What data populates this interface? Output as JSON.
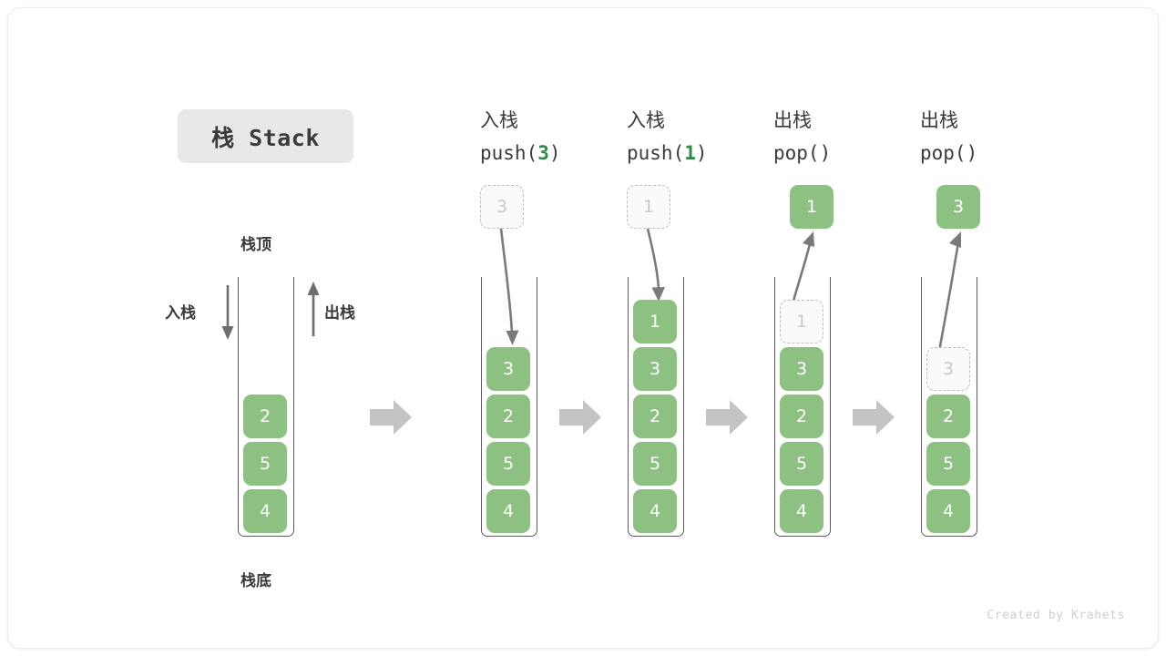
{
  "title": {
    "badge_label": "栈 Stack"
  },
  "colors": {
    "cell_green": "#8cc182",
    "accent_green": "#2f8a45",
    "ghost_border": "#bdbdbd",
    "ghost_text": "#c9c9c9",
    "arrow_gray": "#c4c4c4",
    "line_gray": "#6e6e6e",
    "badge_bg": "#e8e8e8",
    "text_dark": "#3a3a3a"
  },
  "legend": {
    "top_label": "栈顶",
    "bottom_label": "栈底",
    "push_label": "入栈",
    "pop_label": "出栈"
  },
  "steps": [
    {
      "id": "initial",
      "op_cjk": "",
      "op_code": "",
      "op_arg": "",
      "stack": [
        {
          "value": "2",
          "state": "solid"
        },
        {
          "value": "5",
          "state": "solid"
        },
        {
          "value": "4",
          "state": "solid"
        }
      ],
      "floating_cell": null
    },
    {
      "id": "push-3",
      "op_cjk": "入栈",
      "op_code_prefix": "push(",
      "op_arg": "3",
      "op_code_suffix": ")",
      "stack": [
        {
          "value": "3",
          "state": "solid"
        },
        {
          "value": "2",
          "state": "solid"
        },
        {
          "value": "5",
          "state": "solid"
        },
        {
          "value": "4",
          "state": "solid"
        }
      ],
      "floating_cell": {
        "value": "3",
        "state": "ghost"
      },
      "arrow_direction": "down"
    },
    {
      "id": "push-1",
      "op_cjk": "入栈",
      "op_code_prefix": "push(",
      "op_arg": "1",
      "op_code_suffix": ")",
      "stack": [
        {
          "value": "1",
          "state": "solid"
        },
        {
          "value": "3",
          "state": "solid"
        },
        {
          "value": "2",
          "state": "solid"
        },
        {
          "value": "5",
          "state": "solid"
        },
        {
          "value": "4",
          "state": "solid"
        }
      ],
      "floating_cell": {
        "value": "1",
        "state": "ghost"
      },
      "arrow_direction": "down"
    },
    {
      "id": "pop-1",
      "op_cjk": "出栈",
      "op_code_prefix": "pop(",
      "op_arg": "",
      "op_code_suffix": ")",
      "stack": [
        {
          "value": "1",
          "state": "ghost"
        },
        {
          "value": "3",
          "state": "solid"
        },
        {
          "value": "2",
          "state": "solid"
        },
        {
          "value": "5",
          "state": "solid"
        },
        {
          "value": "4",
          "state": "solid"
        }
      ],
      "floating_cell": {
        "value": "1",
        "state": "solid"
      },
      "arrow_direction": "up"
    },
    {
      "id": "pop-3",
      "op_cjk": "出栈",
      "op_code_prefix": "pop(",
      "op_arg": "",
      "op_code_suffix": ")",
      "stack": [
        {
          "value": "3",
          "state": "ghost"
        },
        {
          "value": "2",
          "state": "solid"
        },
        {
          "value": "5",
          "state": "solid"
        },
        {
          "value": "4",
          "state": "solid"
        }
      ],
      "floating_cell": {
        "value": "3",
        "state": "solid"
      },
      "arrow_direction": "up"
    }
  ],
  "footer": {
    "credit": "Created by Krahets"
  }
}
